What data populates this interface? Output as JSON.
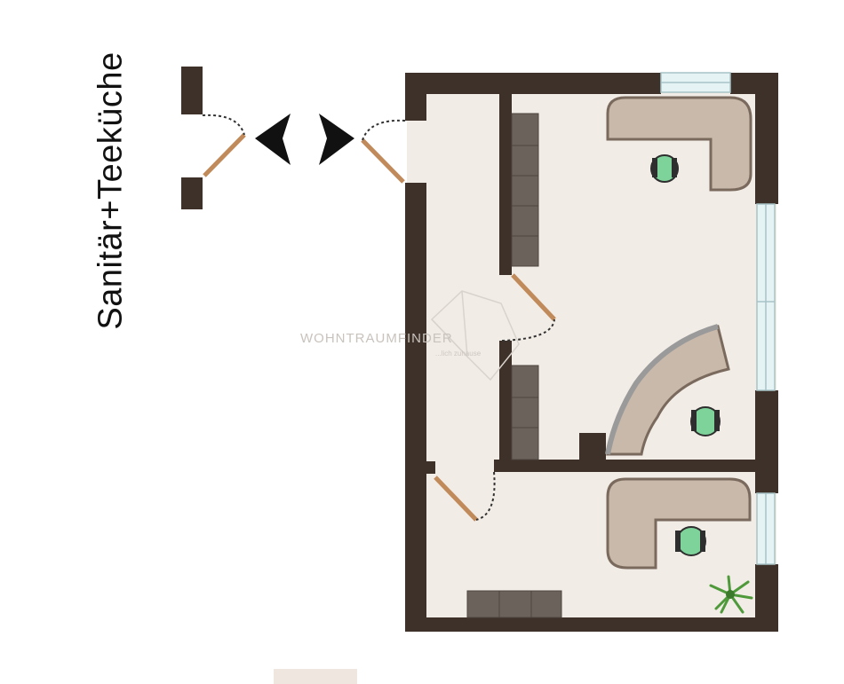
{
  "room_label": "Sanitär+Teeküche",
  "watermark": {
    "brand": "WOHNTRAUMFINDER",
    "tagline": "...lich zuhause"
  },
  "colors": {
    "wall": "#3e3129",
    "floor": "#f2ece6",
    "desk": "#c8b9ab",
    "desk_edge": "#7a6a5d",
    "cabinet": "#6c625c",
    "chair": "#7ed39a",
    "door": "#c08a5a",
    "window": "#e6f3f4",
    "arrow": "#111111"
  },
  "icons": [
    "arrow-left-icon",
    "arrow-right-icon",
    "plant-icon",
    "office-chair-icon"
  ]
}
